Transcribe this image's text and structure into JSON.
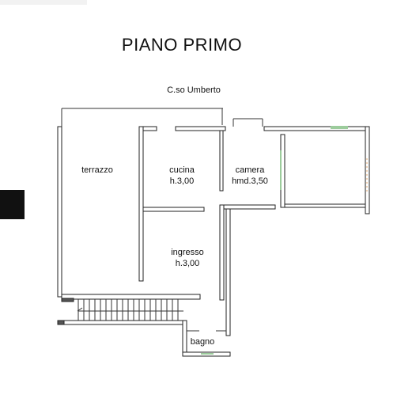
{
  "plan": {
    "title": "PIANO PRIMO",
    "street": "C.so Umberto",
    "rooms": {
      "terrazzo": "terrazzo",
      "cucina_name": "cucina",
      "cucina_height": "h.3,00",
      "camera_name": "camera",
      "camera_height": "hmd.3,50",
      "ingresso_name": "ingresso",
      "ingresso_height": "h.3,00",
      "bagno": "bagno"
    }
  }
}
